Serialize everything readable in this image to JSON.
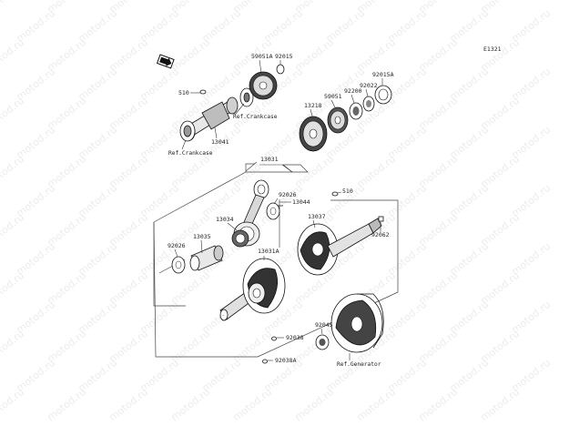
{
  "diagram_id": "E1321",
  "watermark_text": "motod.ru",
  "front_icon": "front-arrow-icon",
  "labels": {
    "p510_top": "510",
    "p510_mid": "510",
    "p59051A": "59051A",
    "p92015": "92015",
    "p13041": "13041",
    "ref_crankcase_top": "Ref.Crankcase",
    "ref_crankcase_left": "Ref.Crankcase",
    "p92015A": "92015A",
    "p92022": "92022",
    "p92200": "92200",
    "p59051": "59051",
    "p13218": "13218",
    "p13031": "13031",
    "p92026_top": "92026",
    "p13044": "13044",
    "p13034": "13034",
    "p13035": "13035",
    "p92026_left": "92026",
    "p13037": "13037",
    "p92062": "92062",
    "p13031A": "13031A",
    "p92045": "92045",
    "p92038": "92038",
    "p92038A": "92038A",
    "ref_generator": "Ref.Generator"
  }
}
